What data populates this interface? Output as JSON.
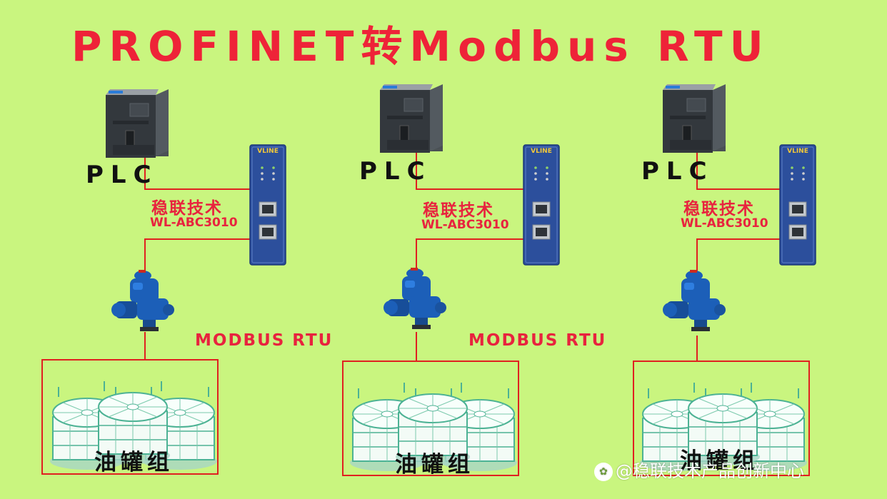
{
  "title": "PROFINET转Modbus RTU",
  "units": [
    {
      "plc_label": "PLC",
      "vendor": "稳联技术",
      "model": "WL-ABC3010",
      "bus_label": "MODBUS RTU",
      "gateway_logo": "VLINE",
      "tank_label": "油罐组"
    },
    {
      "plc_label": "PLC",
      "vendor": "稳联技术",
      "model": "WL-ABC3010",
      "bus_label": "MODBUS RTU",
      "gateway_logo": "VLINE",
      "tank_label": "油罐组"
    },
    {
      "plc_label": "PLC",
      "vendor": "稳联技术",
      "model": "WL-ABC3010",
      "bus_label": "",
      "gateway_logo": "VLINE",
      "tank_label": "油罐组"
    }
  ],
  "watermark": "@稳联技术产品创新中心",
  "icons": [
    "plc-icon",
    "gateway-icon",
    "actuator-icon",
    "oil-tank-icon",
    "paw-icon"
  ],
  "colors": {
    "background": "#c9f57f",
    "accent": "#ee2338",
    "wire": "#e02020",
    "gateway": "#2c4f9c",
    "actuator": "#1c5fb8"
  }
}
